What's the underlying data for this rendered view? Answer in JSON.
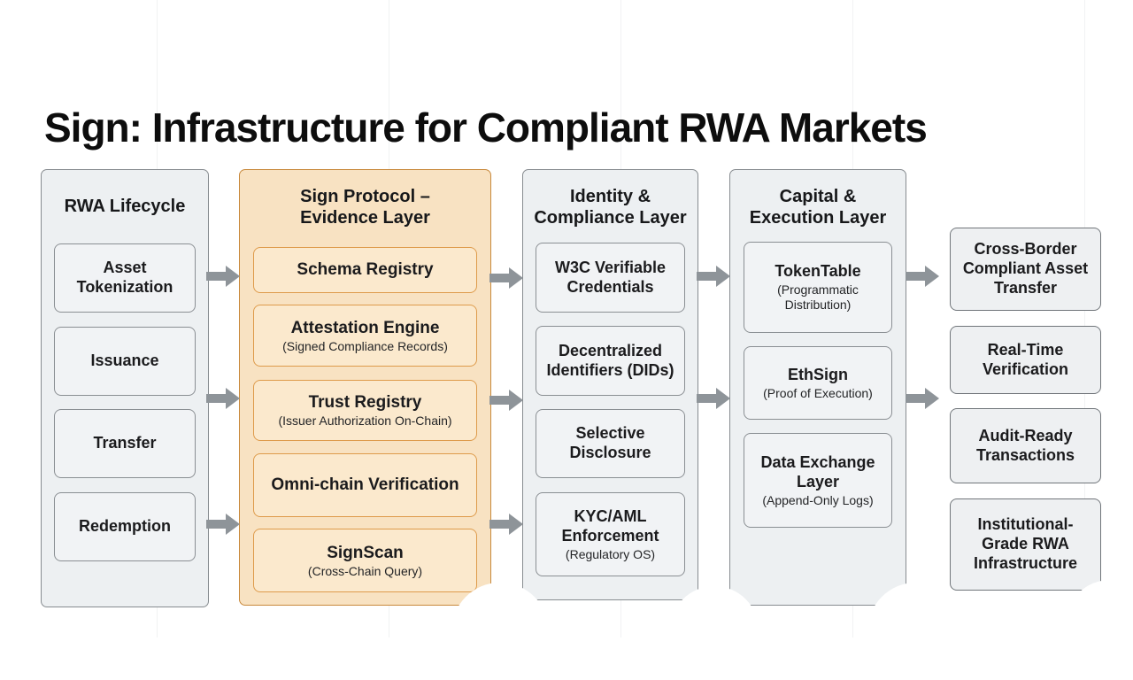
{
  "title": "Sign: Infrastructure for Compliant RWA Markets",
  "colors": {
    "panel_gray_bg": "#edf0f2",
    "panel_gray_border": "#878c90",
    "box_gray_bg": "#f1f3f5",
    "box_gray_border": "#8a8f93",
    "panel_orange_bg": "#f8e2c2",
    "panel_orange_border": "#c8893c",
    "box_orange_bg": "#fbe9cd",
    "box_orange_border": "#de9b4b",
    "outcome_box_border": "#70757a",
    "arrow_gray": "#8e9499",
    "text": "#1b1b1d"
  },
  "columns": [
    {
      "header": "RWA Lifecycle",
      "theme": "gray",
      "items": [
        {
          "label": "Asset Tokenization"
        },
        {
          "label": "Issuance"
        },
        {
          "label": "Transfer"
        },
        {
          "label": "Redemption"
        }
      ]
    },
    {
      "header": "Sign Protocol – Evidence Layer",
      "theme": "orange",
      "items": [
        {
          "label": "Schema Registry"
        },
        {
          "label": "Attestation Engine",
          "sub": "(Signed Compliance Records)"
        },
        {
          "label": "Trust Registry",
          "sub": "(Issuer Authorization On-Chain)"
        },
        {
          "label": "Omni-chain Verification"
        },
        {
          "label": "SignScan",
          "sub": "(Cross-Chain Query)"
        }
      ]
    },
    {
      "header": "Identity & Compliance Layer",
      "theme": "gray",
      "items": [
        {
          "label": "W3C Verifiable Credentials"
        },
        {
          "label": "Decentralized Identifiers (DIDs)"
        },
        {
          "label": "Selective Disclosure"
        },
        {
          "label": "KYC/AML Enforcement",
          "sub": "(Regulatory OS)"
        }
      ]
    },
    {
      "header": "Capital & Execution Layer",
      "theme": "gray",
      "items": [
        {
          "label": "TokenTable",
          "sub": "(Programmatic Distribution)"
        },
        {
          "label": "EthSign",
          "sub": "(Proof of Execution)"
        },
        {
          "label": "Data Exchange Layer",
          "sub": "(Append-Only Logs)"
        }
      ]
    },
    {
      "header": null,
      "theme": "none",
      "items": [
        {
          "label": "Cross-Border Compliant Asset Transfer"
        },
        {
          "label": "Real-Time Verification"
        },
        {
          "label": "Audit-Ready Transactions"
        },
        {
          "label": "Institutional-Grade RWA Infrastructure"
        }
      ]
    }
  ]
}
